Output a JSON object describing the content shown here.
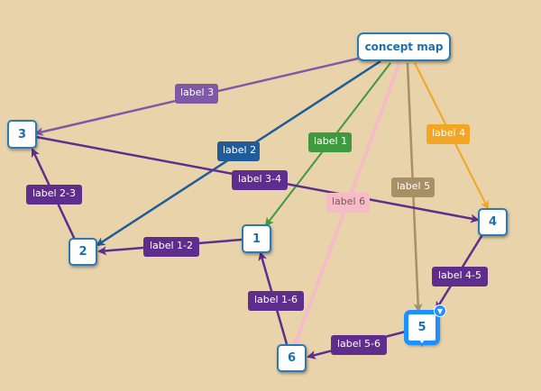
{
  "colors": {
    "background": "#e9d3aa",
    "node_border": "#2a7ab8",
    "node_text": "#1c6fb0",
    "selected": "#1e90ff",
    "purple": "#5f2e8c",
    "lavender": "#7e5aa6",
    "blue": "#1f5c99",
    "green": "#3f9a3f",
    "pink": "#f5bcc8",
    "khaki": "#a89066",
    "orange": "#f3a623"
  },
  "nodes": {
    "root": {
      "label": "concept map",
      "icon": "none"
    },
    "n1": {
      "label": "1"
    },
    "n2": {
      "label": "2"
    },
    "n3": {
      "label": "3"
    },
    "n4": {
      "label": "4"
    },
    "n5": {
      "label": "5",
      "selected": true,
      "handle_icon": "chevron-down-icon",
      "handle_glyph": "▼"
    },
    "n6": {
      "label": "6"
    }
  },
  "edges": {
    "e3": {
      "label": "label 3",
      "color": "#7e5aa6"
    },
    "e2": {
      "label": "label 2",
      "color": "#1f5c99"
    },
    "e1": {
      "label": "label 1",
      "color": "#3f9a3f"
    },
    "e6": {
      "label": "label 6",
      "color": "#f5bcc8"
    },
    "e5": {
      "label": "label 5",
      "color": "#a89066"
    },
    "e4": {
      "label": "label 4",
      "color": "#f3a623"
    },
    "e34": {
      "label": "label 3-4",
      "color": "#5f2e8c"
    },
    "e23": {
      "label": "label 2-3",
      "color": "#5f2e8c"
    },
    "e12": {
      "label": "label 1-2",
      "color": "#5f2e8c"
    },
    "e16": {
      "label": "label 1-6",
      "color": "#5f2e8c"
    },
    "e45": {
      "label": "label 4-5",
      "color": "#5f2e8c"
    },
    "e56": {
      "label": "label 5-6",
      "color": "#5f2e8c"
    }
  }
}
